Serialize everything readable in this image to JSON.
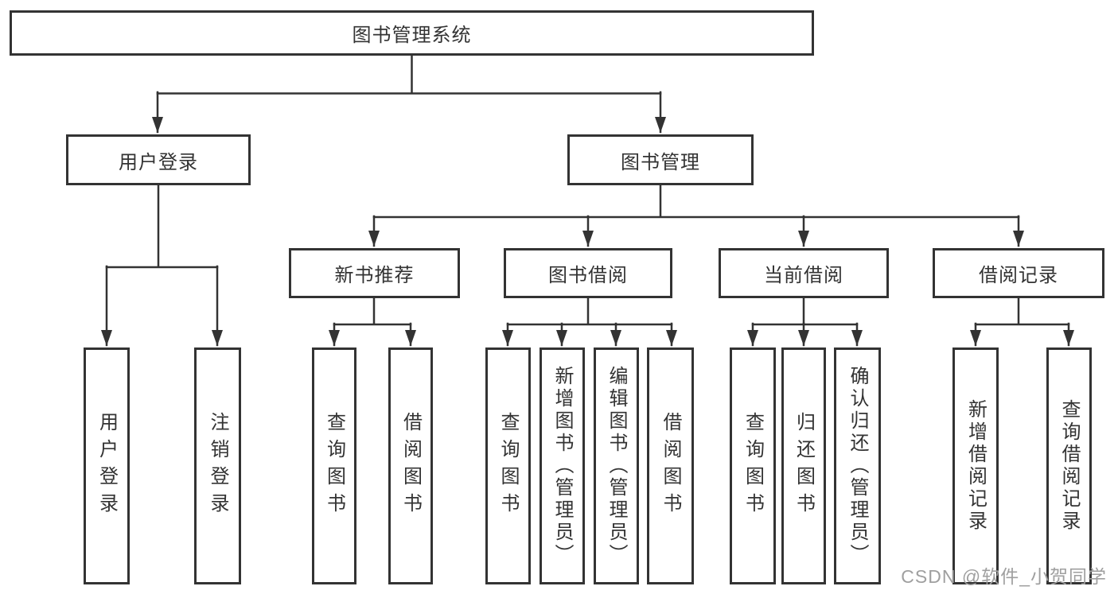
{
  "diagram": {
    "nodes": [
      {
        "id": "root",
        "label": "图书管理系统",
        "parent": null
      },
      {
        "id": "user-login",
        "label": "用户登录",
        "parent": "root"
      },
      {
        "id": "book-mgmt",
        "label": "图书管理",
        "parent": "root"
      },
      {
        "id": "ul-login",
        "label": "用户登录",
        "parent": "user-login"
      },
      {
        "id": "ul-logout",
        "label": "注销登录",
        "parent": "user-login"
      },
      {
        "id": "new-books",
        "label": "新书推荐",
        "parent": "book-mgmt"
      },
      {
        "id": "book-borrow",
        "label": "图书借阅",
        "parent": "book-mgmt"
      },
      {
        "id": "current-borrow",
        "label": "当前借阅",
        "parent": "book-mgmt"
      },
      {
        "id": "borrow-records",
        "label": "借阅记录",
        "parent": "book-mgmt"
      },
      {
        "id": "nb-query-books",
        "label": "查询图书",
        "parent": "new-books"
      },
      {
        "id": "nb-borrow-books",
        "label": "借阅图书",
        "parent": "new-books"
      },
      {
        "id": "bb-query-books",
        "label": "查询图书",
        "parent": "book-borrow"
      },
      {
        "id": "bb-add-books",
        "label": "新增图书（管理员）",
        "parent": "book-borrow"
      },
      {
        "id": "bb-edit-books",
        "label": "编辑图书（管理员）",
        "parent": "book-borrow"
      },
      {
        "id": "bb-borrow-books",
        "label": "借阅图书",
        "parent": "book-borrow"
      },
      {
        "id": "cb-query-books",
        "label": "查询图书",
        "parent": "current-borrow"
      },
      {
        "id": "cb-return-books",
        "label": "归还图书",
        "parent": "current-borrow"
      },
      {
        "id": "cb-confirm-return",
        "label": "确认归还（管理员）",
        "parent": "current-borrow"
      },
      {
        "id": "br-add-record",
        "label": "新增借阅记录",
        "parent": "borrow-records"
      },
      {
        "id": "br-query-record",
        "label": "查询借阅记录",
        "parent": "borrow-records"
      }
    ]
  },
  "watermark": "CSDN @软件_小贺同学",
  "colors": {
    "line": "#333333",
    "text": "#333333",
    "box_background": "#ffffff",
    "watermark": "#9f9f9f",
    "background": "#ffffff"
  }
}
